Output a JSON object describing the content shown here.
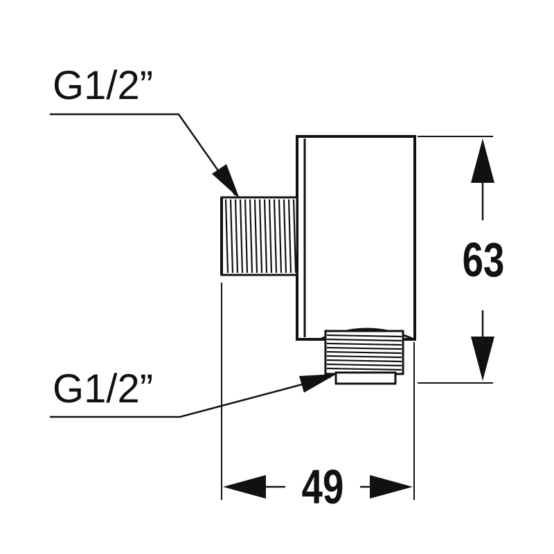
{
  "labels": {
    "thread_top": "G1/2”",
    "thread_bottom": "G1/2”",
    "height_dim": "63",
    "width_dim": "49"
  },
  "colors": {
    "line": "#111111",
    "background": "#ffffff"
  }
}
